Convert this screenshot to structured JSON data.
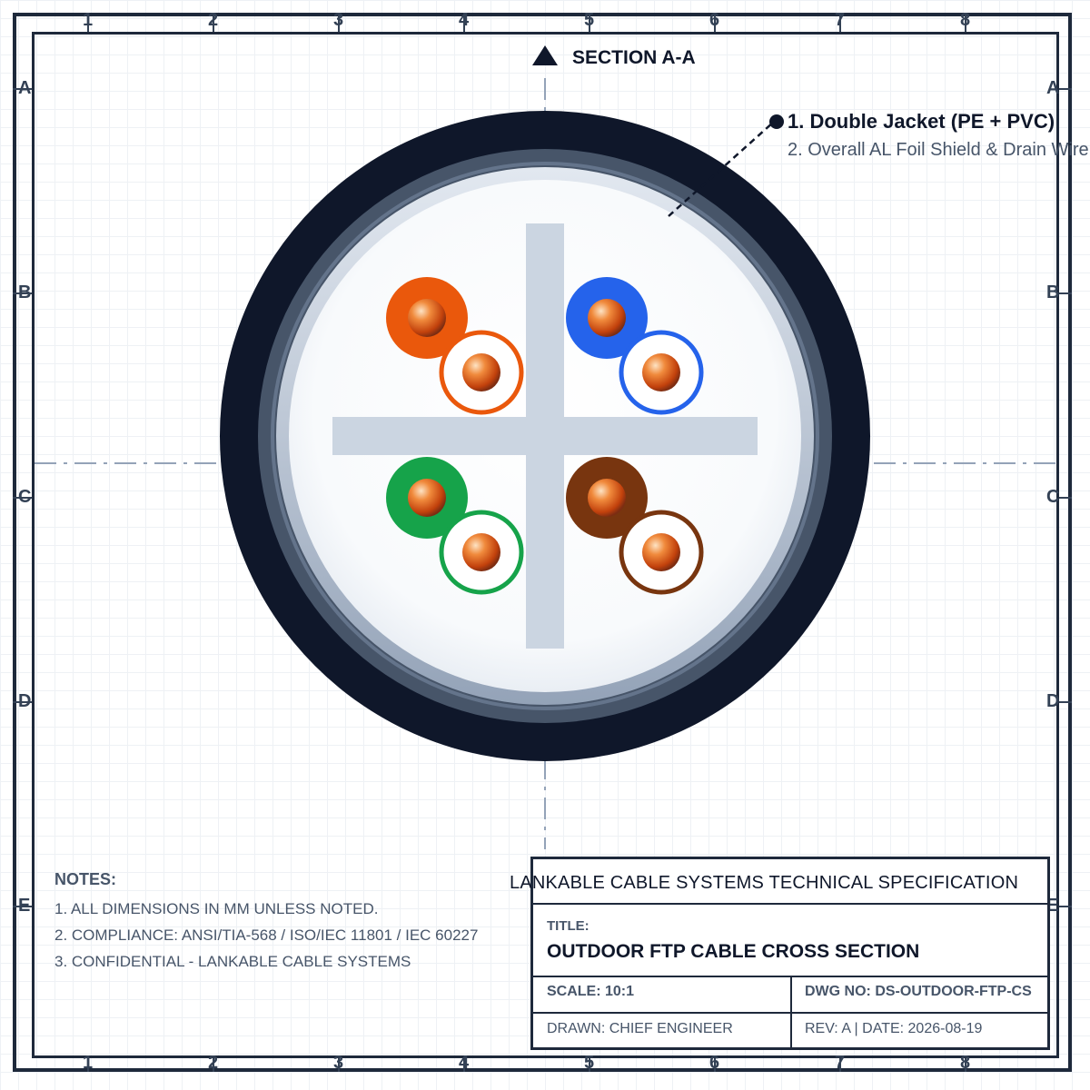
{
  "header": {
    "section_label": "SECTION A-A"
  },
  "grid_refs": {
    "columns": [
      "1",
      "2",
      "3",
      "4",
      "5",
      "6",
      "7",
      "8"
    ],
    "rows": [
      "A",
      "B",
      "C",
      "D",
      "E"
    ]
  },
  "callouts": {
    "item1": "1. Double Jacket (PE + PVC)",
    "item2": "2. Overall AL Foil Shield & Drain Wire"
  },
  "cable": {
    "pairs": [
      {
        "color_name": "orange",
        "color": "#ea580c"
      },
      {
        "color_name": "blue",
        "color": "#2563eb"
      },
      {
        "color_name": "green",
        "color": "#16a34a"
      },
      {
        "color_name": "brown",
        "color": "#78350f"
      }
    ],
    "colors": {
      "outer_jacket": "#0f172a",
      "inner_jacket": "#475569",
      "foil_shield": "#94a3b8",
      "core_fill": "#f8fafc",
      "separator": "#cbd5e1",
      "copper": "#ea7b2a"
    }
  },
  "notes": {
    "title": "NOTES:",
    "lines": [
      "1. ALL DIMENSIONS IN MM UNLESS NOTED.",
      "2. COMPLIANCE: ANSI/TIA-568 / ISO/IEC 11801 / IEC 60227",
      "3. CONFIDENTIAL - LANKABLE CABLE SYSTEMS"
    ]
  },
  "title_block": {
    "company": "LANKABLE CABLE SYSTEMS TECHNICAL SPECIFICATION",
    "title_label": "TITLE:",
    "title": "OUTDOOR FTP CABLE CROSS SECTION",
    "scale": "SCALE: 10:1",
    "dwg_no": "DWG NO: DS-OUTDOOR-FTP-CS",
    "drawn": "DRAWN: CHIEF ENGINEER",
    "rev_date": "REV: A | DATE: 2026-08-19"
  }
}
